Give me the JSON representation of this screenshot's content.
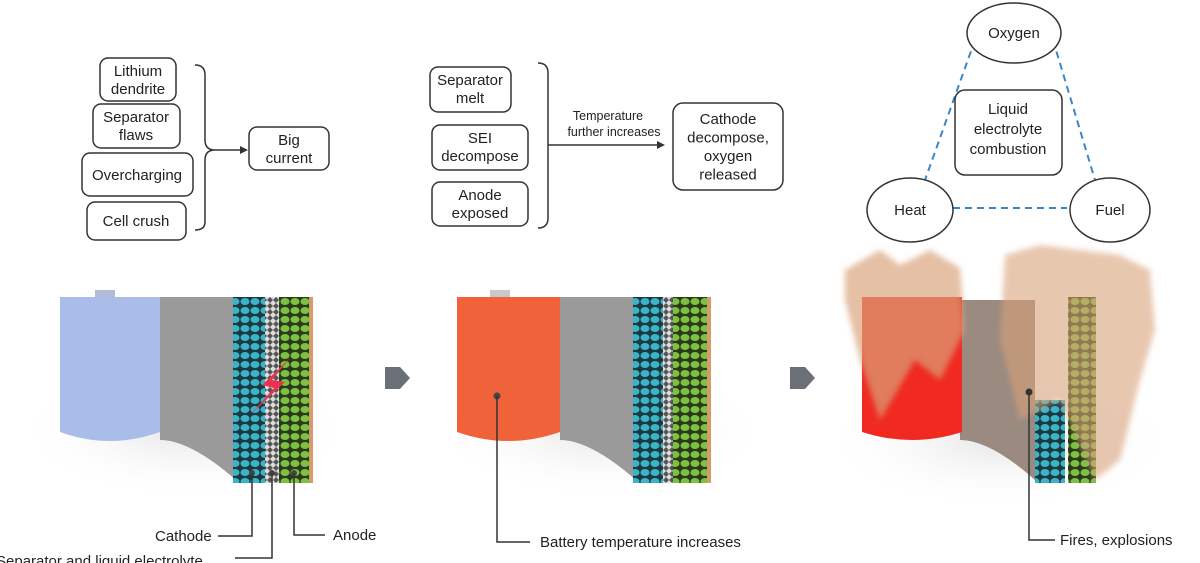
{
  "panel1": {
    "causes": [
      [
        "Lithium",
        "dendrite"
      ],
      [
        "Separator",
        "flaws"
      ],
      [
        "Overcharging"
      ],
      [
        "Cell crush"
      ]
    ],
    "result": [
      "Big",
      "current"
    ],
    "labels": {
      "cathode": "Cathode",
      "anode": "Anode",
      "separator": "Separator and liquid electrolyte"
    }
  },
  "panel2": {
    "events": [
      [
        "Separator",
        "melt"
      ],
      [
        "SEI",
        "decompose"
      ],
      [
        "Anode",
        "exposed"
      ]
    ],
    "arrow_label": [
      "Temperature",
      "further increases"
    ],
    "result": [
      "Cathode",
      "decompose,",
      "oxygen",
      "released"
    ],
    "label": "Battery temperature increases"
  },
  "panel3": {
    "triangle": {
      "top": "Oxygen",
      "left": "Heat",
      "right": "Fuel"
    },
    "center": [
      "Liquid",
      "electrolyte",
      "combustion"
    ],
    "label": "Fires, explosions"
  },
  "colors": {
    "cathode": "#3bb3c9",
    "anode": "#7cc142",
    "separator": "#cfcfcf",
    "cell_cool": "#a9bde8",
    "cell_hot": "#f0623a",
    "cell_fire": "#f02a20",
    "flame": "#d9a27a",
    "dashed": "#3a86c8"
  }
}
